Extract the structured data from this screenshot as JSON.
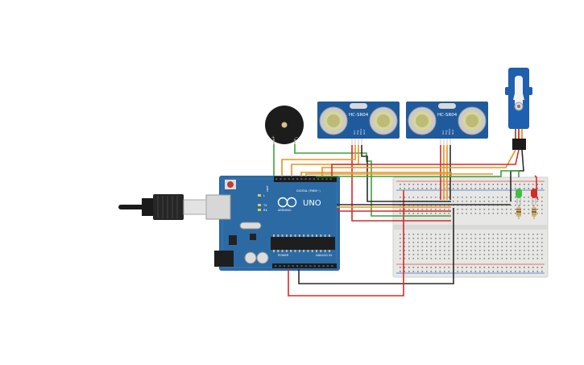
{
  "sensors": [
    {
      "label": "HC-SR04",
      "pins": [
        "Vcc",
        "Trig",
        "Echo",
        "Gnd"
      ]
    },
    {
      "label": "HC-SR04",
      "pins": [
        "Vcc",
        "Trig",
        "Echo",
        "Gnd"
      ]
    }
  ],
  "arduino": {
    "brand": "ARDUINO",
    "model": "UNO",
    "digital_label": "DIGITAL (PWM~)",
    "power_label": "POWER",
    "analog_label": "ANALOG IN",
    "led_labels": [
      "L",
      "TX",
      "RX"
    ],
    "aref_label": "AREF"
  },
  "colors": {
    "wire_red": "#d62a2a",
    "wire_black": "#2b2b2b",
    "wire_orange": "#e8931d",
    "wire_green": "#3aa33a",
    "arduino_blue": "#2c6aa3",
    "sensor_blue": "#1f5a9c"
  },
  "icons": [
    "usb-cable-icon",
    "buzzer-icon",
    "servo-icon",
    "led-icon",
    "resistor-icon"
  ]
}
